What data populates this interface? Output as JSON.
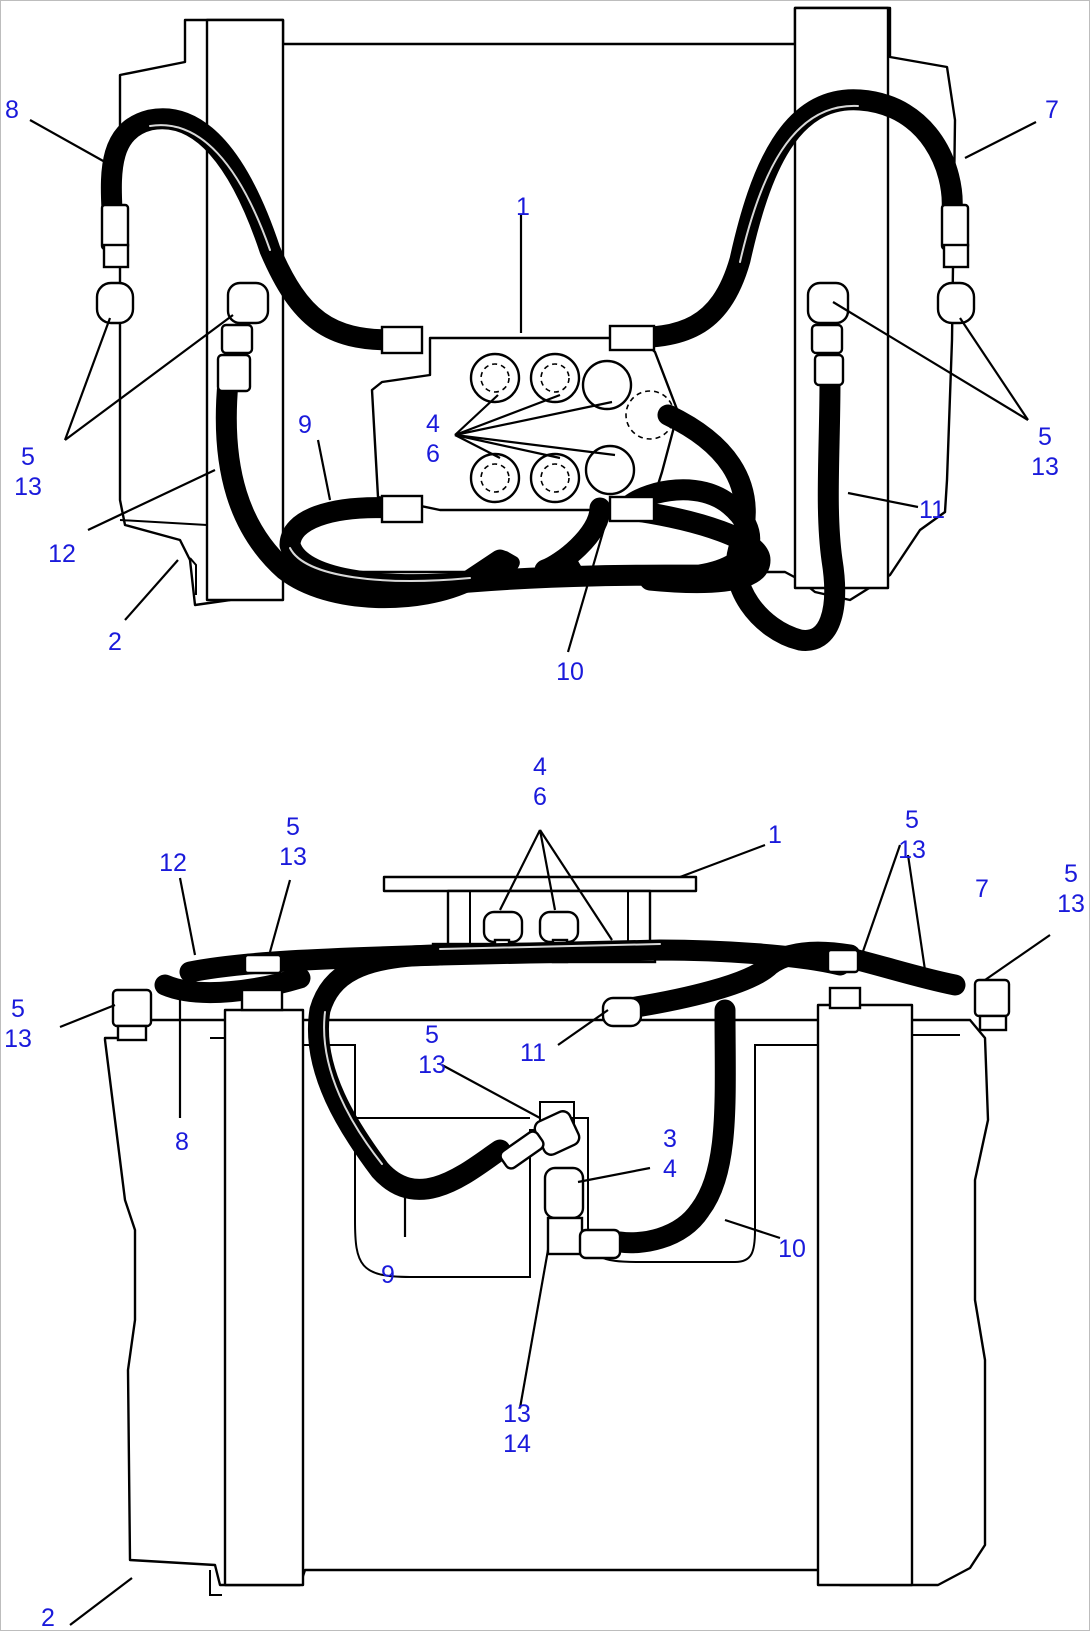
{
  "diagram": {
    "top_view": {
      "callouts": [
        {
          "id": "t1",
          "lines": [
            "1"
          ]
        },
        {
          "id": "t2",
          "lines": [
            "2"
          ]
        },
        {
          "id": "t46",
          "lines": [
            "4",
            "6"
          ]
        },
        {
          "id": "t7",
          "lines": [
            "7"
          ]
        },
        {
          "id": "t8",
          "lines": [
            "8"
          ]
        },
        {
          "id": "t9",
          "lines": [
            "9"
          ]
        },
        {
          "id": "t10",
          "lines": [
            "10"
          ]
        },
        {
          "id": "t11",
          "lines": [
            "11"
          ]
        },
        {
          "id": "t12",
          "lines": [
            "12"
          ]
        },
        {
          "id": "t513a",
          "lines": [
            "5",
            "13"
          ]
        },
        {
          "id": "t513b",
          "lines": [
            "5",
            "13"
          ]
        }
      ]
    },
    "side_view": {
      "callouts": [
        {
          "id": "s1",
          "lines": [
            "1"
          ]
        },
        {
          "id": "s2",
          "lines": [
            "2"
          ]
        },
        {
          "id": "s34",
          "lines": [
            "3",
            "4"
          ]
        },
        {
          "id": "s46",
          "lines": [
            "4",
            "6"
          ]
        },
        {
          "id": "s7",
          "lines": [
            "7"
          ]
        },
        {
          "id": "s8",
          "lines": [
            "8"
          ]
        },
        {
          "id": "s9",
          "lines": [
            "9"
          ]
        },
        {
          "id": "s10",
          "lines": [
            "10"
          ]
        },
        {
          "id": "s11",
          "lines": [
            "11"
          ]
        },
        {
          "id": "s12",
          "lines": [
            "12"
          ]
        },
        {
          "id": "s1314",
          "lines": [
            "13",
            "14"
          ]
        },
        {
          "id": "s513a",
          "lines": [
            "5",
            "13"
          ]
        },
        {
          "id": "s513b",
          "lines": [
            "5",
            "13"
          ]
        },
        {
          "id": "s513c",
          "lines": [
            "5",
            "13"
          ]
        },
        {
          "id": "s513d",
          "lines": [
            "5",
            "13"
          ]
        },
        {
          "id": "s513e",
          "lines": [
            "5",
            "13"
          ]
        }
      ]
    }
  }
}
